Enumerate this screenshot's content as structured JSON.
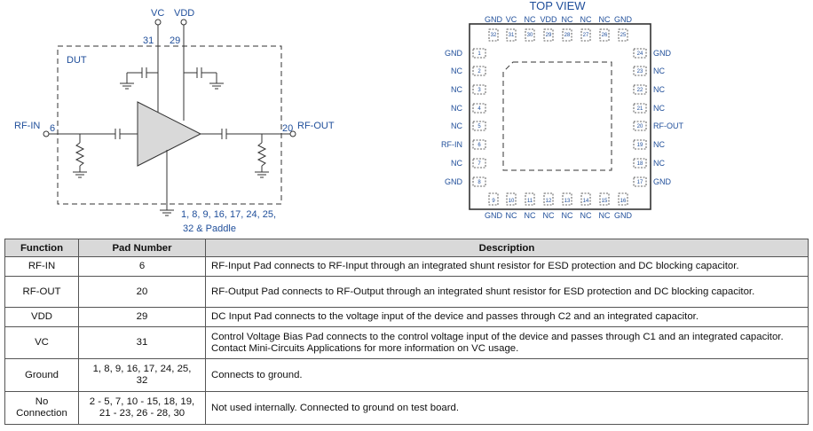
{
  "schematic": {
    "vc_label": "VC",
    "vdd_label": "VDD",
    "pin_vc": "31",
    "pin_vdd": "29",
    "dut_label": "DUT",
    "rfin_label": "RF-IN",
    "rfin_pin": "6",
    "rfout_label": "RF-OUT",
    "rfout_pin": "20",
    "ground_pins_line1": "1, 8, 9, 16, 17, 24, 25,",
    "ground_pins_line2": "32 & Paddle"
  },
  "package": {
    "title": "TOP VIEW",
    "top_labels": [
      "GND",
      "VC",
      "NC",
      "VDD",
      "NC",
      "NC",
      "NC",
      "GND"
    ],
    "top_pins": [
      "32",
      "31",
      "30",
      "29",
      "28",
      "27",
      "26",
      "25"
    ],
    "left_labels": [
      "GND",
      "NC",
      "NC",
      "NC",
      "NC",
      "RF-IN",
      "NC",
      "GND"
    ],
    "left_pins": [
      "1",
      "2",
      "3",
      "4",
      "5",
      "6",
      "7",
      "8"
    ],
    "right_labels": [
      "GND",
      "NC",
      "NC",
      "NC",
      "RF-OUT",
      "NC",
      "NC",
      "GND"
    ],
    "right_pins": [
      "24",
      "23",
      "22",
      "21",
      "20",
      "19",
      "18",
      "17"
    ],
    "bottom_labels": [
      "GND",
      "NC",
      "NC",
      "NC",
      "NC",
      "NC",
      "NC",
      "GND"
    ],
    "bottom_pins": [
      "9",
      "10",
      "11",
      "12",
      "13",
      "14",
      "15",
      "16"
    ]
  },
  "table": {
    "headers": [
      "Function",
      "Pad Number",
      "Description"
    ],
    "rows": [
      {
        "function": "RF-IN",
        "pad": "6",
        "desc": "RF-Input Pad connects to RF-Input through an integrated shunt resistor for ESD protection and DC blocking capacitor."
      },
      {
        "function": "RF-OUT",
        "pad": "20",
        "desc": "RF-Output Pad connects to RF-Output through an integrated shunt resistor for ESD protection and DC blocking capacitor."
      },
      {
        "function": "VDD",
        "pad": "29",
        "desc": "DC Input Pad connects to the voltage input of the device and passes through C2 and an integrated capacitor."
      },
      {
        "function": "VC",
        "pad": "31",
        "desc": "Control Voltage Bias Pad connects to the control voltage input of the device and passes through C1 and an integrated capacitor. Contact Mini-Circuits Applications for more information on VC usage."
      },
      {
        "function": "Ground",
        "pad": "1, 8, 9, 16, 17, 24, 25, 32",
        "desc": "Connects to ground."
      },
      {
        "function": "No Connection",
        "pad": "2 - 5, 7, 10 - 15, 18, 19, 21 - 23, 26 - 28, 30",
        "desc": "Not used internally. Connected to ground on test board."
      }
    ]
  }
}
